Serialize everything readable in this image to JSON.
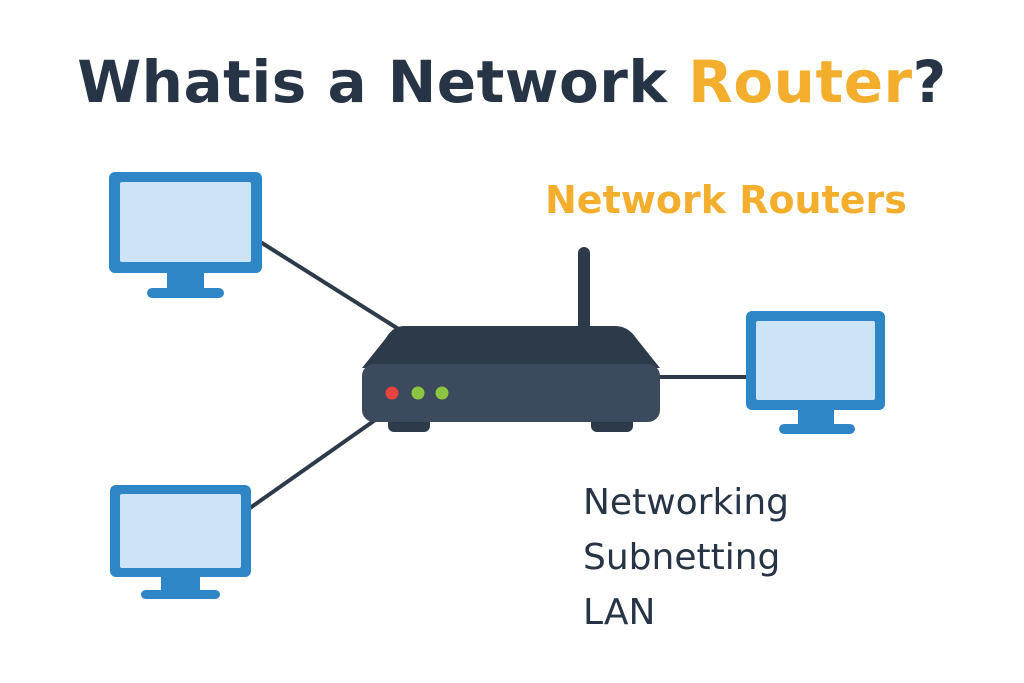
{
  "title": {
    "part1": "What",
    "part2": "is a Network ",
    "accent": "Router",
    "end": "?"
  },
  "subtitle": "Network Routers",
  "terms": [
    "Networking",
    "Subnetting",
    "LAN"
  ],
  "colors": {
    "dark": "#263445",
    "accent": "#f4ae2e",
    "monitor_frame": "#2f86c6",
    "monitor_screen": "#cde3f7",
    "router_body": "#3b4a5c",
    "router_top": "#2d3a49",
    "cable": "#2d3a49",
    "led_red": "#e8433f",
    "led_green": "#8cc641"
  },
  "icons": [
    "monitor-icon",
    "router-icon",
    "antenna-icon",
    "led-icon"
  ]
}
